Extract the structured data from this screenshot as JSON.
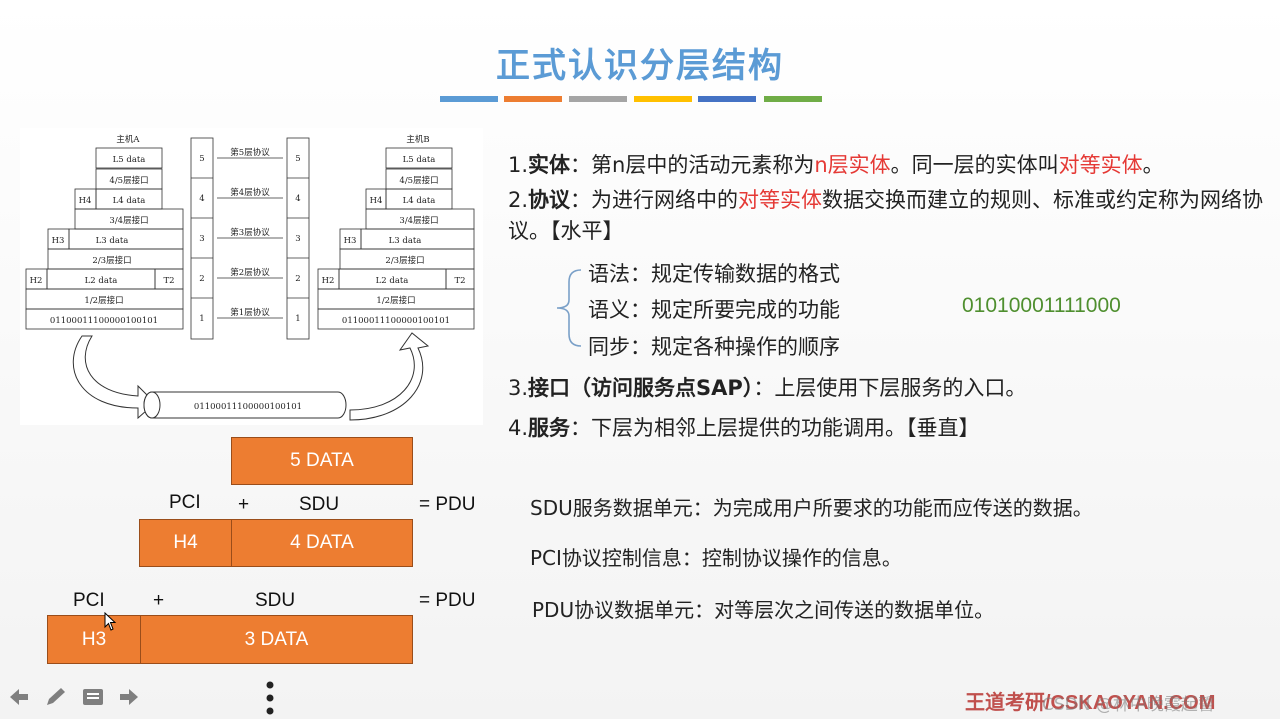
{
  "title": "正式认识分层结构",
  "accent_colors": [
    "#5b9bd5",
    "#ed7d31",
    "#a5a5a5",
    "#ffc000",
    "#4472c4",
    "#70ad47"
  ],
  "diagram": {
    "host_a": "主机A",
    "host_b": "主机B",
    "rows": [
      {
        "h": "",
        "data": "L5 data",
        "t": ""
      },
      {
        "h": "",
        "data": "4/5层接口",
        "t": ""
      },
      {
        "h": "H4",
        "data": "L4 data",
        "t": ""
      },
      {
        "h": "",
        "data": "3/4层接口",
        "t": ""
      },
      {
        "h": "H3",
        "data": "L3 data",
        "t": ""
      },
      {
        "h": "",
        "data": "2/3层接口",
        "t": ""
      },
      {
        "h": "H2",
        "data": "L2 data",
        "t": "T2"
      },
      {
        "h": "",
        "data": "1/2层接口",
        "t": ""
      },
      {
        "h": "",
        "data": "01100011100000100101",
        "t": ""
      }
    ],
    "layer_nums": [
      "5",
      "4",
      "3",
      "2",
      "1"
    ],
    "protocols": [
      "第5层协议",
      "第4层协议",
      "第3层协议",
      "第2层协议",
      "第1层协议"
    ],
    "bits": "01100011100000100101"
  },
  "bullets": {
    "b1_num": "1.",
    "b1_term": "实体",
    "b1_text_a": "：第n层中的活动元素称为",
    "b1_red1": "n层实体",
    "b1_text_b": "。同一层的实体叫",
    "b1_red2": "对等实体",
    "b1_end": "。",
    "b2_num": "2.",
    "b2_term": "协议",
    "b2_text_a": "：为进行网络中的",
    "b2_red": "对等实体",
    "b2_text_b": "数据交换而建立的规则、标准或约定称为网络协议。【水平】",
    "sub1": "语法：规定传输数据的格式",
    "sub2": "语义：规定所要完成的功能",
    "sub3": "同步：规定各种操作的顺序",
    "binary": "01010001111000",
    "b3_num": "3.",
    "b3_term": "接口（访问服务点SAP）",
    "b3_text": "：上层使用下层服务的入口。",
    "b4_num": "4.",
    "b4_term": "服务",
    "b4_text": "：下层为相邻上层提供的功能调用。【垂直】"
  },
  "pdu": {
    "box5": "5 DATA",
    "pci": "PCI",
    "plus": "+",
    "sdu": "SDU",
    "eq_pdu": "= PDU",
    "h4": "H4",
    "box4": "4 DATA",
    "h3": "H3",
    "box3": "3 DATA"
  },
  "definitions": {
    "sdu": "SDU服务数据单元：为完成用户所要求的功能而应传送的数据。",
    "pci": "PCI协议控制信息：控制协议操作的信息。",
    "pdu": "PDU协议数据单元：对等层次之间传送的数据单位。"
  },
  "footer": {
    "brand": "王道考研/CSKAOYAN.COM",
    "watermark": "CSDN @林中晚霞起誓"
  }
}
